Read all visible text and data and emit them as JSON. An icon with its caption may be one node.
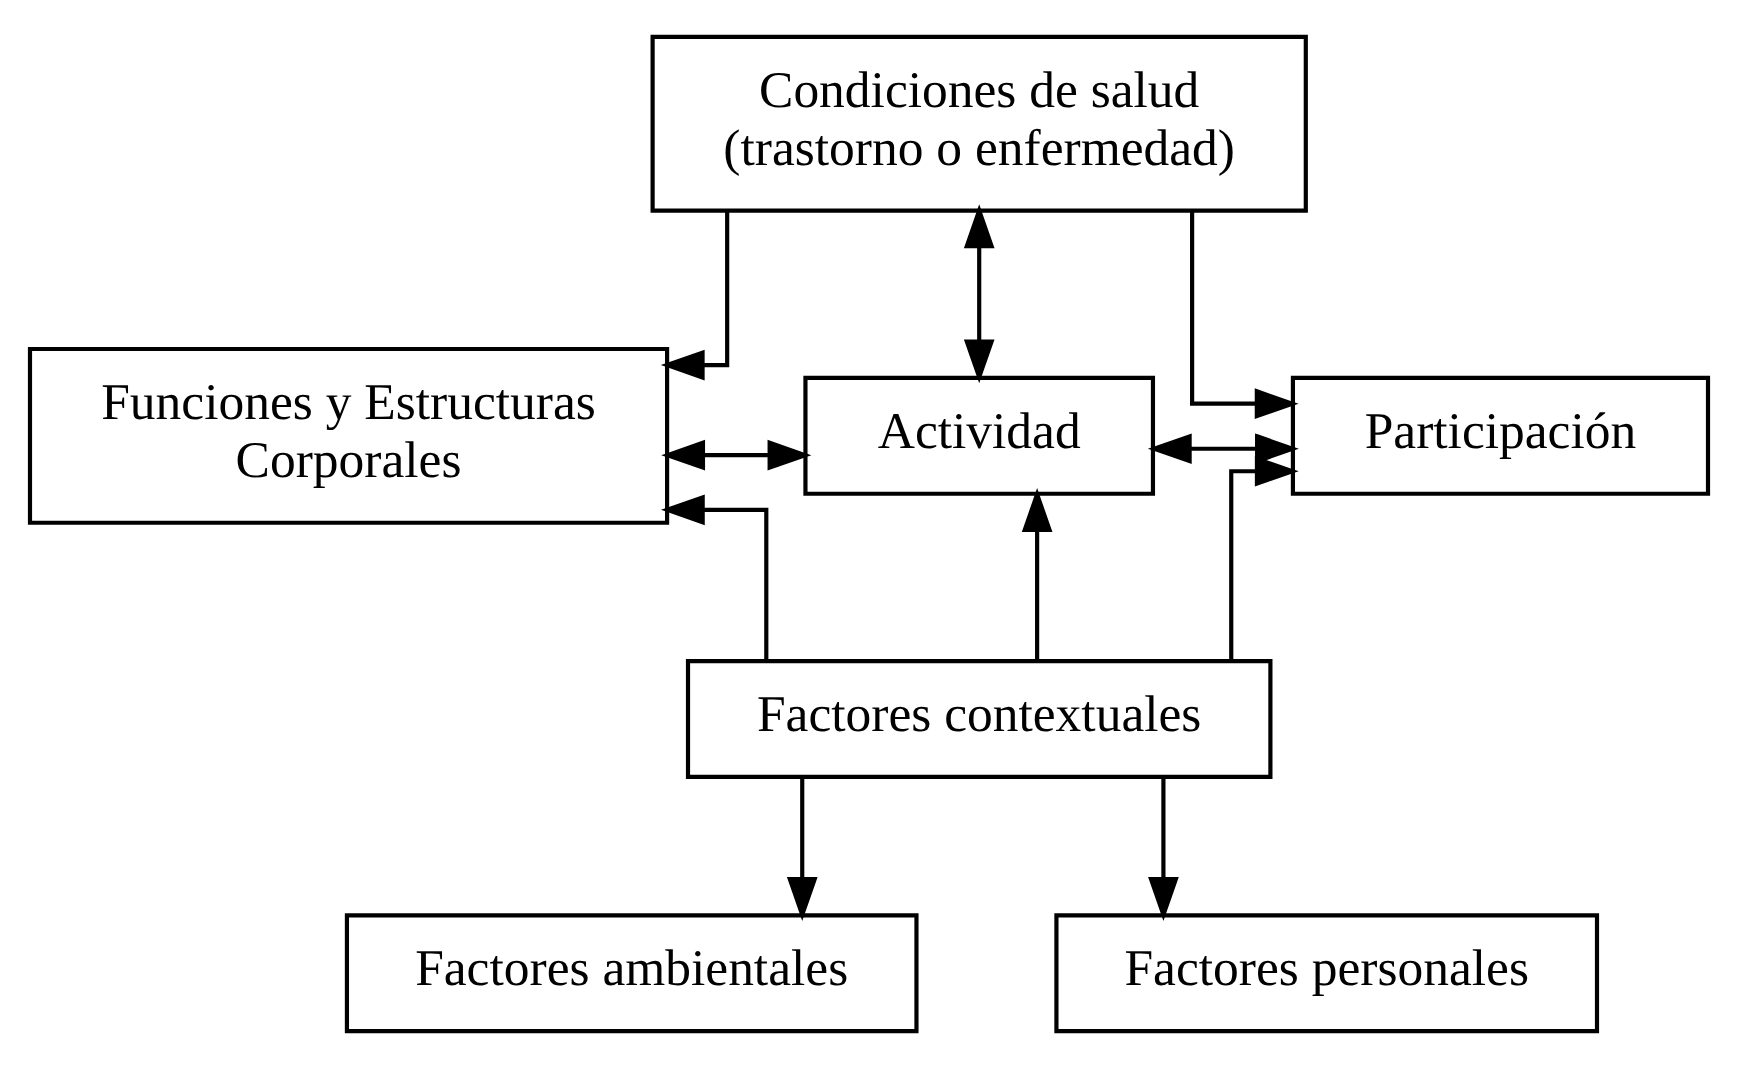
{
  "diagram": {
    "nodes": [
      {
        "text": [
          "Condiciones de salud (trastorno o enfermedad)"
        ]
      },
      {
        "text": [
          "Funciones y Estructuras Corporales"
        ]
      },
      {
        "text": [
          "Actividad"
        ]
      },
      {
        "text": [
          "Participación"
        ]
      },
      {
        "text": [
          "Factores contextuales"
        ]
      },
      {
        "text": [
          "Factores ambientales"
        ]
      },
      {
        "text": [
          "Factores personales"
        ]
      }
    ],
    "edges": [
      {
        "from": 0,
        "to": 2,
        "arrow": "both"
      },
      {
        "from": 0,
        "to": 1,
        "arrow": "to"
      },
      {
        "from": 0,
        "to": 3,
        "arrow": "to"
      },
      {
        "from": 1,
        "to": 2,
        "arrow": "both"
      },
      {
        "from": 2,
        "to": 3,
        "arrow": "both"
      },
      {
        "from": 4,
        "to": 2,
        "arrow": "to"
      },
      {
        "from": 4,
        "to": 1,
        "arrow": "to"
      },
      {
        "from": 4,
        "to": 3,
        "arrow": "to"
      },
      {
        "from": 4,
        "to": 5,
        "arrow": "to"
      },
      {
        "from": 4,
        "to": 6,
        "arrow": "to"
      }
    ]
  }
}
